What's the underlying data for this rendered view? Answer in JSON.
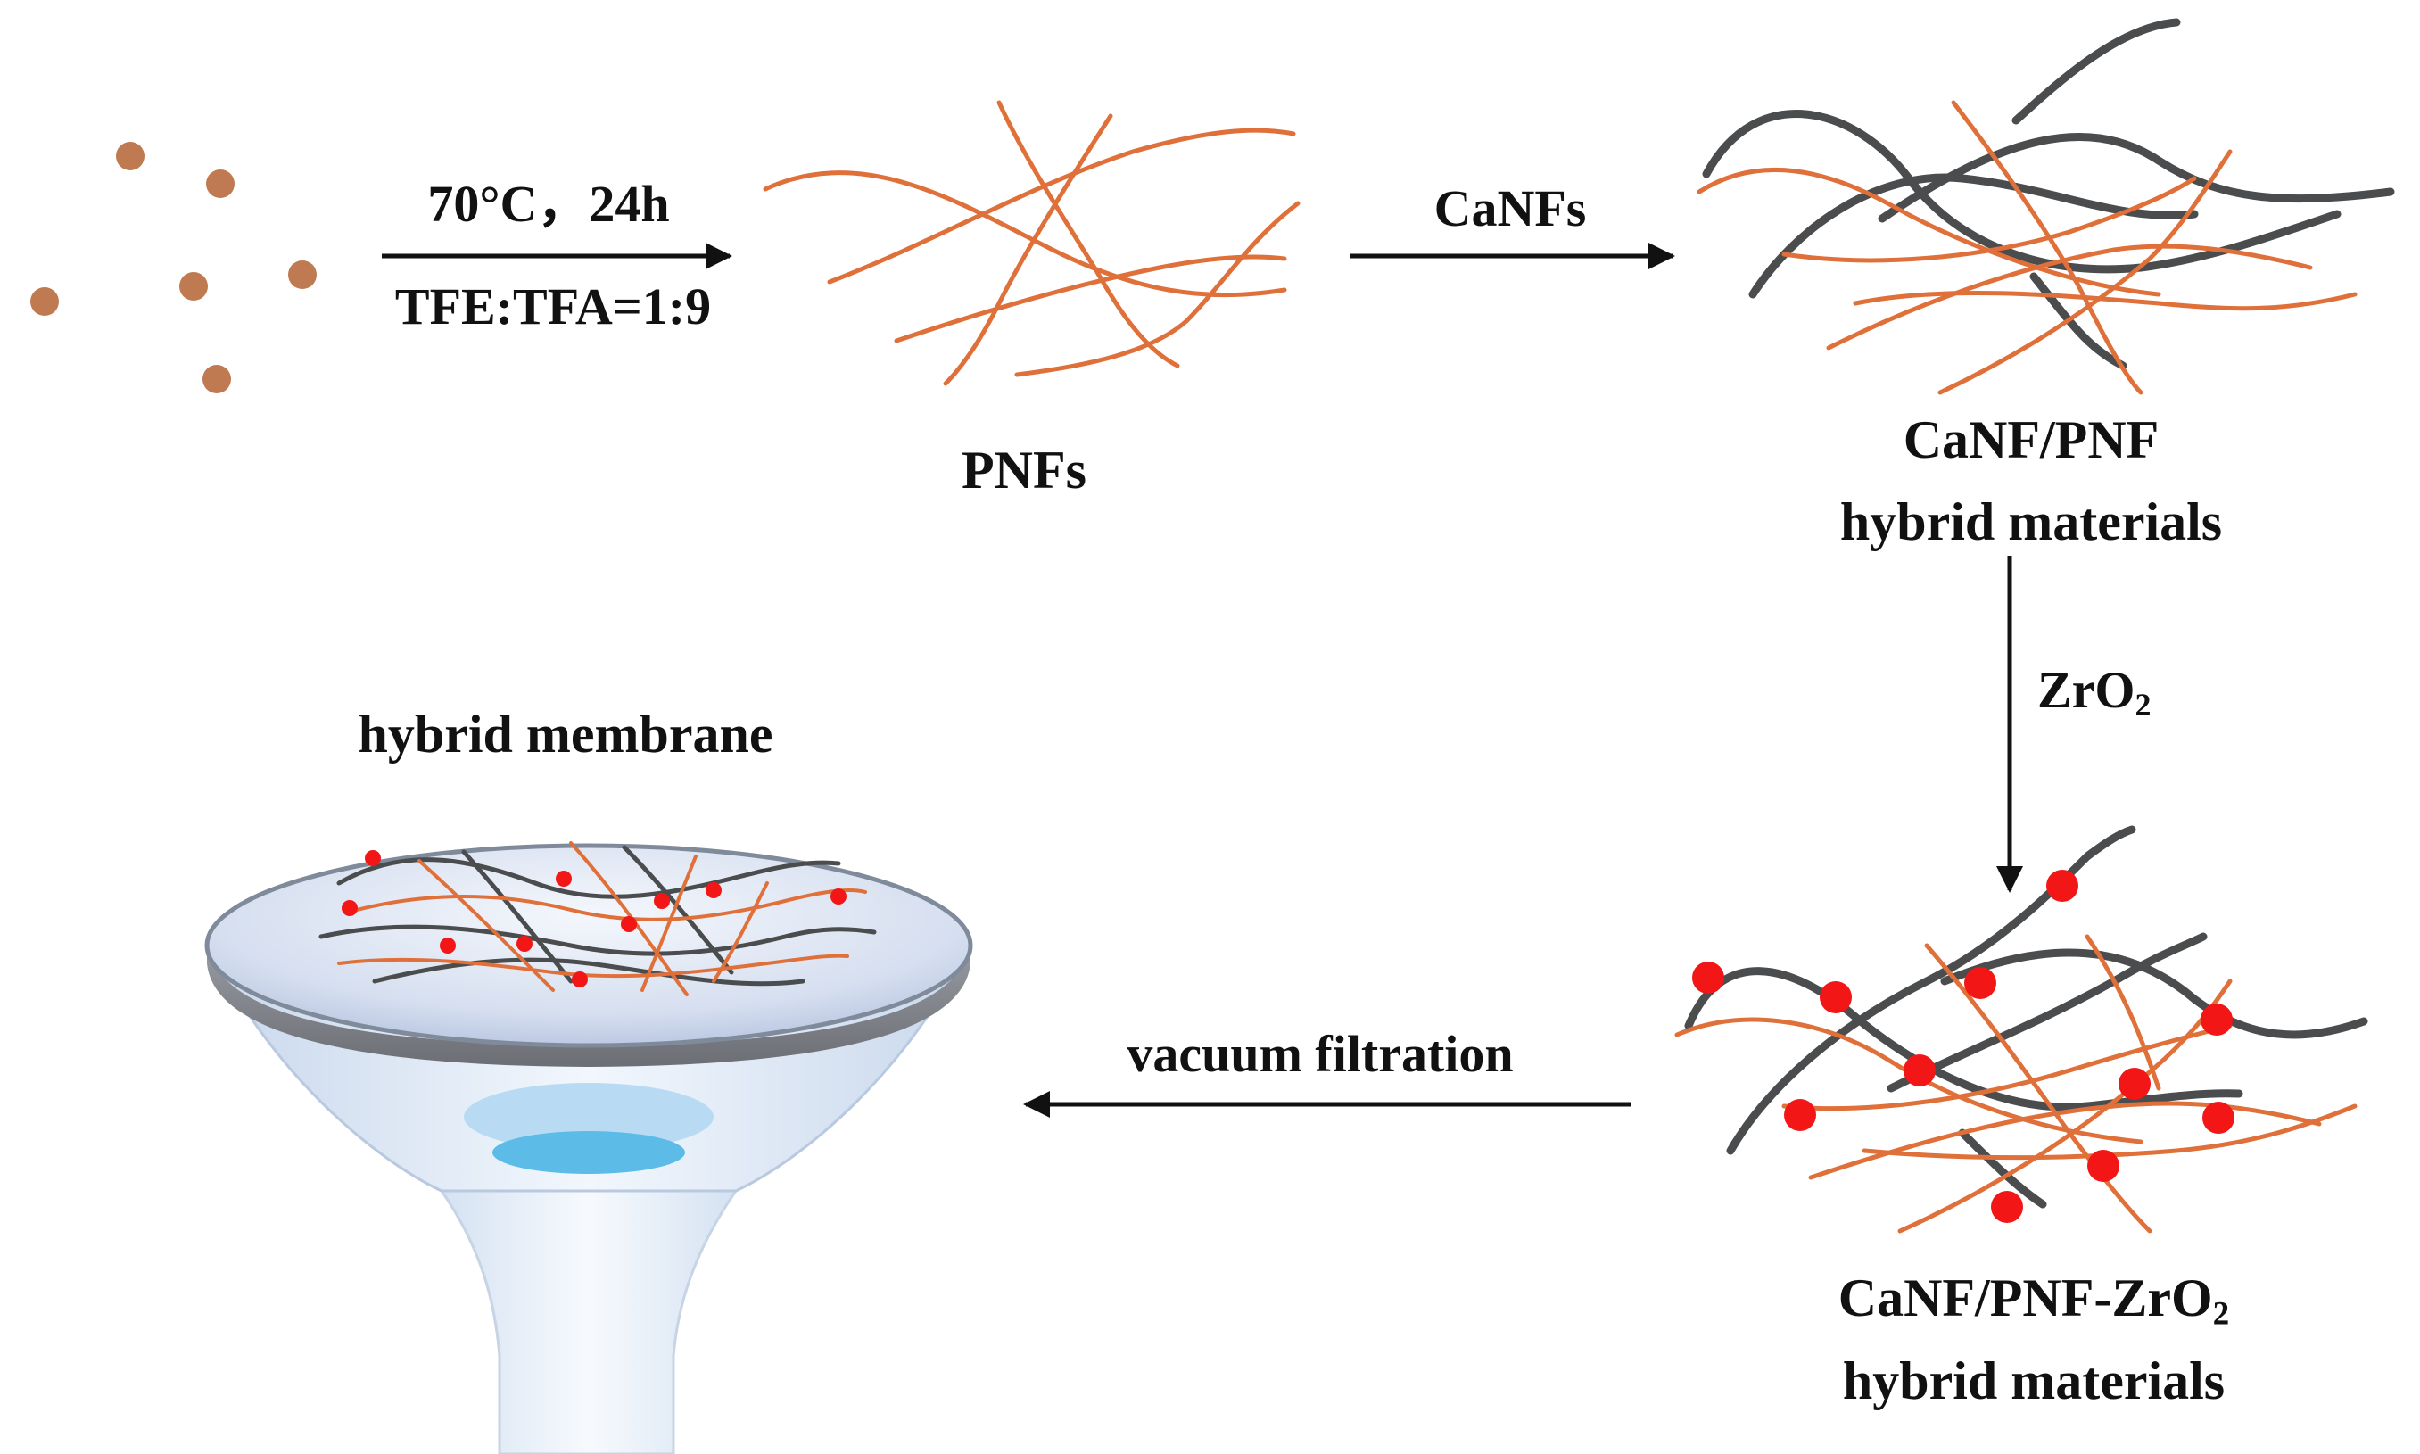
{
  "steps": {
    "step1": {
      "line1": "70°C，24h",
      "line2": "TFE:TFA=1:9"
    },
    "step2": {
      "label": "CaNFs"
    },
    "step3": {
      "label_main": "ZrO",
      "label_sub": "2"
    },
    "step4": {
      "label": "vacuum filtration"
    }
  },
  "products": {
    "pnfs": {
      "label": "PNFs"
    },
    "hybrid": {
      "line1": "CaNF/PNF",
      "line2": "hybrid materials"
    },
    "zro2_hybrid": {
      "line1_main": "CaNF/PNF-ZrO",
      "line1_sub": "2",
      "line2": "hybrid materials"
    },
    "membrane": {
      "label": "hybrid membrane"
    }
  },
  "colors": {
    "pnf_fiber": "#e0703a",
    "canf_fiber": "#4a4c4e",
    "precursor_dot": "#c07a52",
    "zro2_particle": "#f21616",
    "arrow": "#111111"
  },
  "icons": {
    "precursor": "brown-dot-cluster",
    "funnel": "filter-funnel-icon"
  }
}
